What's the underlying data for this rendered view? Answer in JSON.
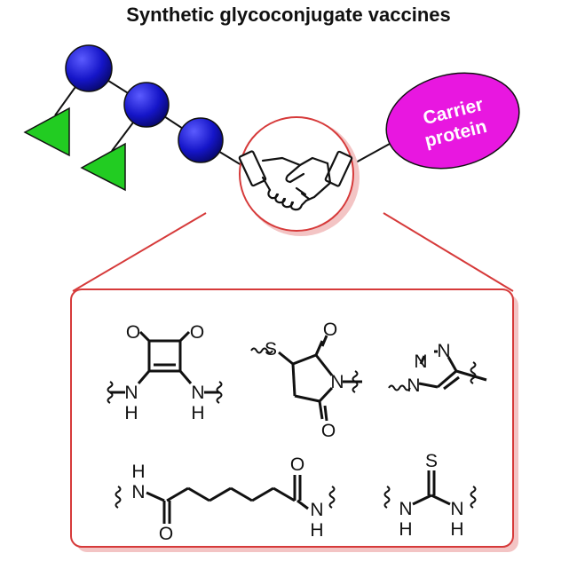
{
  "title": "Synthetic glycoconjugate vaccines",
  "carrier": {
    "line1": "Carrier",
    "line2": "protein"
  },
  "colors": {
    "sugar_ball": "#1515c8",
    "triangle": "#22cc22",
    "carrier": "#e817e0",
    "frame": "#d63a3a",
    "frame_shadow": "#f3c4c4"
  },
  "icons": {
    "center": "handshake-icon"
  },
  "linkers": {
    "squarate": {
      "o1": "O",
      "o2": "O",
      "n1": "N",
      "h1": "H",
      "n2": "N",
      "h2": "H"
    },
    "maleimide": {
      "s": "S",
      "n": "N",
      "o1": "O",
      "o2": "O"
    },
    "triazole": {
      "n1": "N",
      "n2": "N",
      "n3": "N"
    },
    "adipamide": {
      "h1": "H",
      "n1": "N",
      "o1": "O",
      "o2": "O",
      "n2": "N",
      "h2": "H"
    },
    "thiourea": {
      "s": "S",
      "n1": "N",
      "h1": "H",
      "n2": "N",
      "h2": "H"
    }
  }
}
